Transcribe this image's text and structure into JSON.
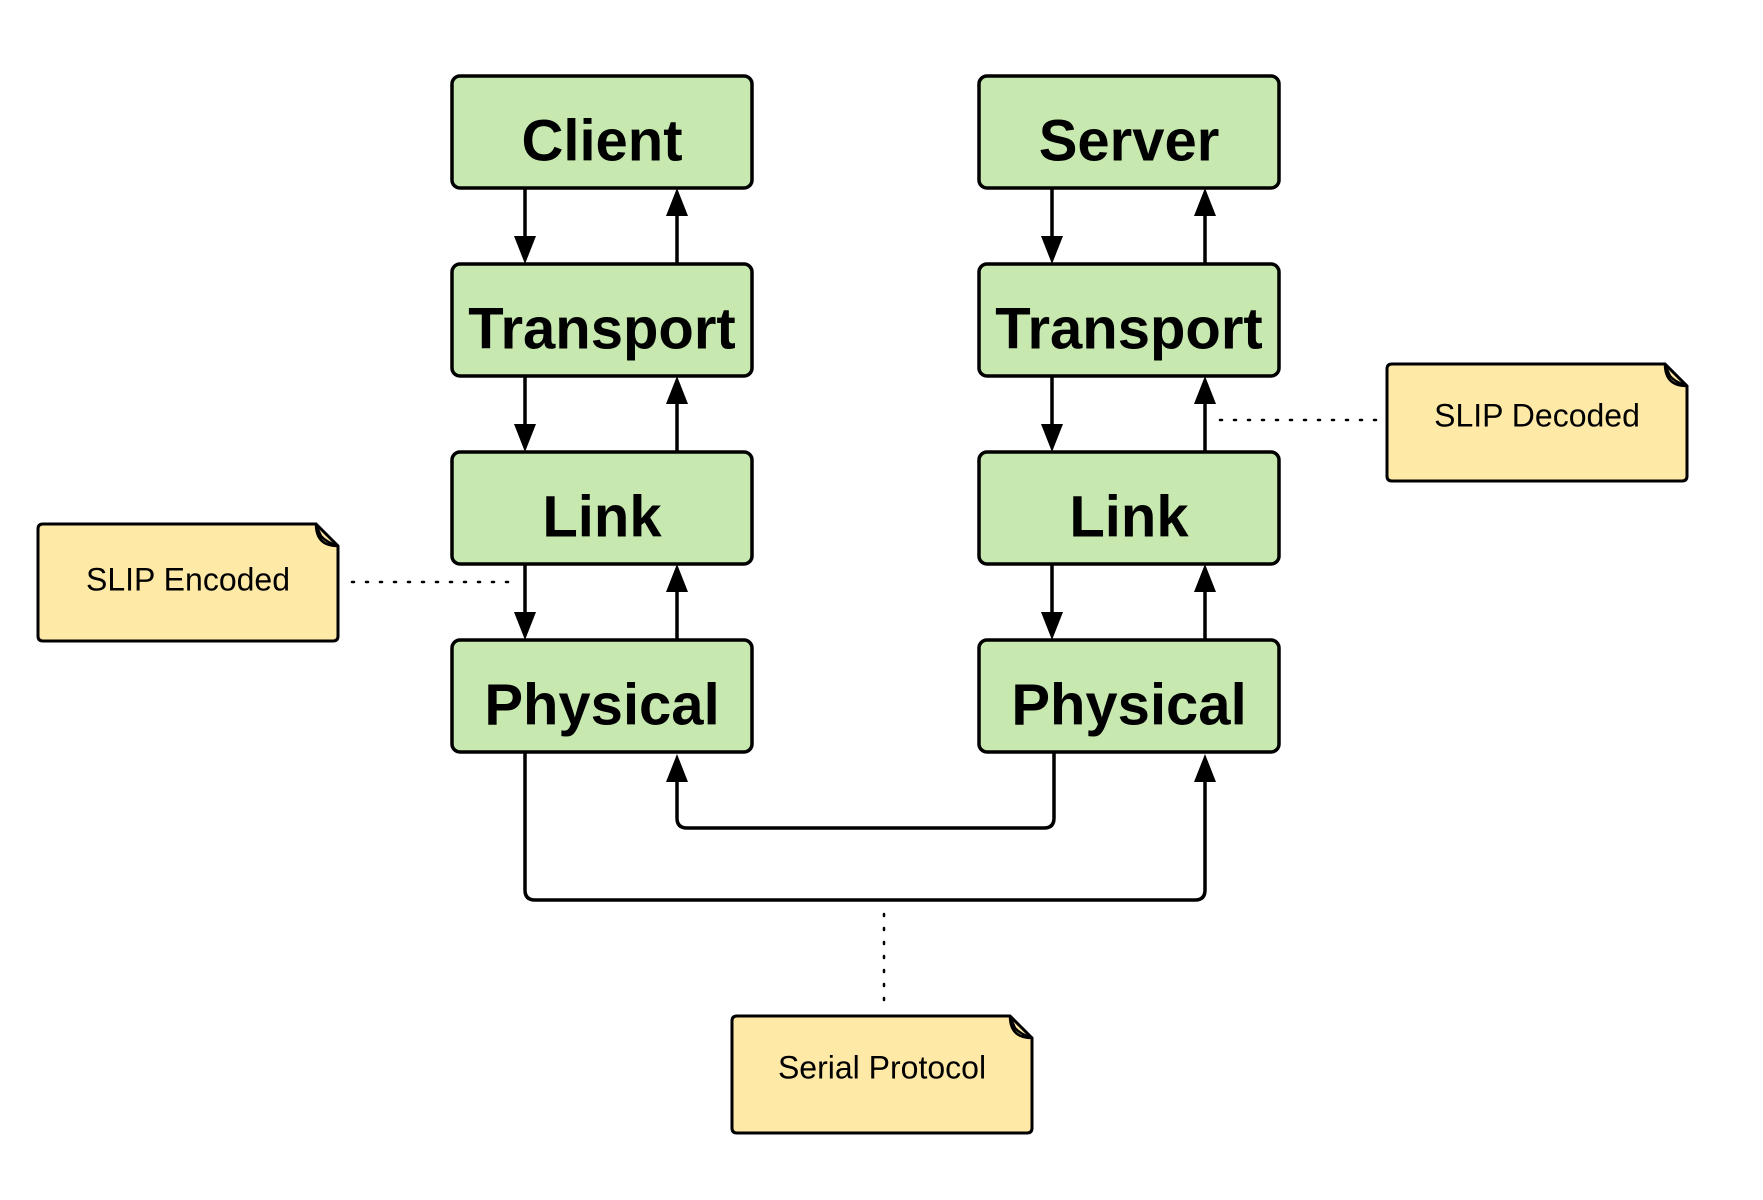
{
  "diagram": {
    "client_stack": {
      "header": "Client",
      "transport": "Transport",
      "link": "Link",
      "physical": "Physical"
    },
    "server_stack": {
      "header": "Server",
      "transport": "Transport",
      "link": "Link",
      "physical": "Physical"
    },
    "notes": {
      "slip_encoded": "SLIP Encoded",
      "slip_decoded": "SLIP Decoded",
      "serial_protocol": "Serial Protocol"
    },
    "colors": {
      "layer_fill": "#c7e9b0",
      "note_fill": "#ffe9a6",
      "stroke": "#000000"
    }
  }
}
